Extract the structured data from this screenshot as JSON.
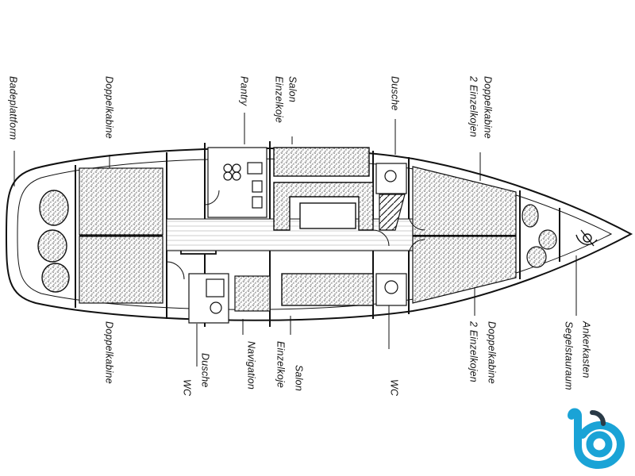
{
  "labels": {
    "top": {
      "badeplattform": "Badeplattform",
      "doppelkabine_aft": "Doppelkabine",
      "pantry": "Pantry",
      "salon": "Salon",
      "einzelkoje": "Einzelkoje",
      "dusche": "Dusche",
      "doppelkabine_fwd": "Doppelkabine",
      "einzelkojen_fwd": "2 Einzelkojen"
    },
    "bottom": {
      "doppelkabine_aft": "Doppelkabine",
      "dusche": "Dusche",
      "wc": "WC",
      "navigation": "Navigation",
      "salon": "Salon",
      "einzelkoje": "Einzelkoje",
      "wc_mid": "WC",
      "doppelkabine_fwd": "Doppelkabine",
      "einzelkojen_fwd": "2 Einzelkojen",
      "ankerkasten": "Ankerkasten",
      "segelstauraum": "Segelstauraum"
    }
  },
  "colors": {
    "line": "#111111",
    "hatch": "#6a6a6a",
    "brand_blue": "#1aa3d6",
    "brand_dark": "#2a3a47"
  },
  "icons": [
    "logo-icon"
  ]
}
